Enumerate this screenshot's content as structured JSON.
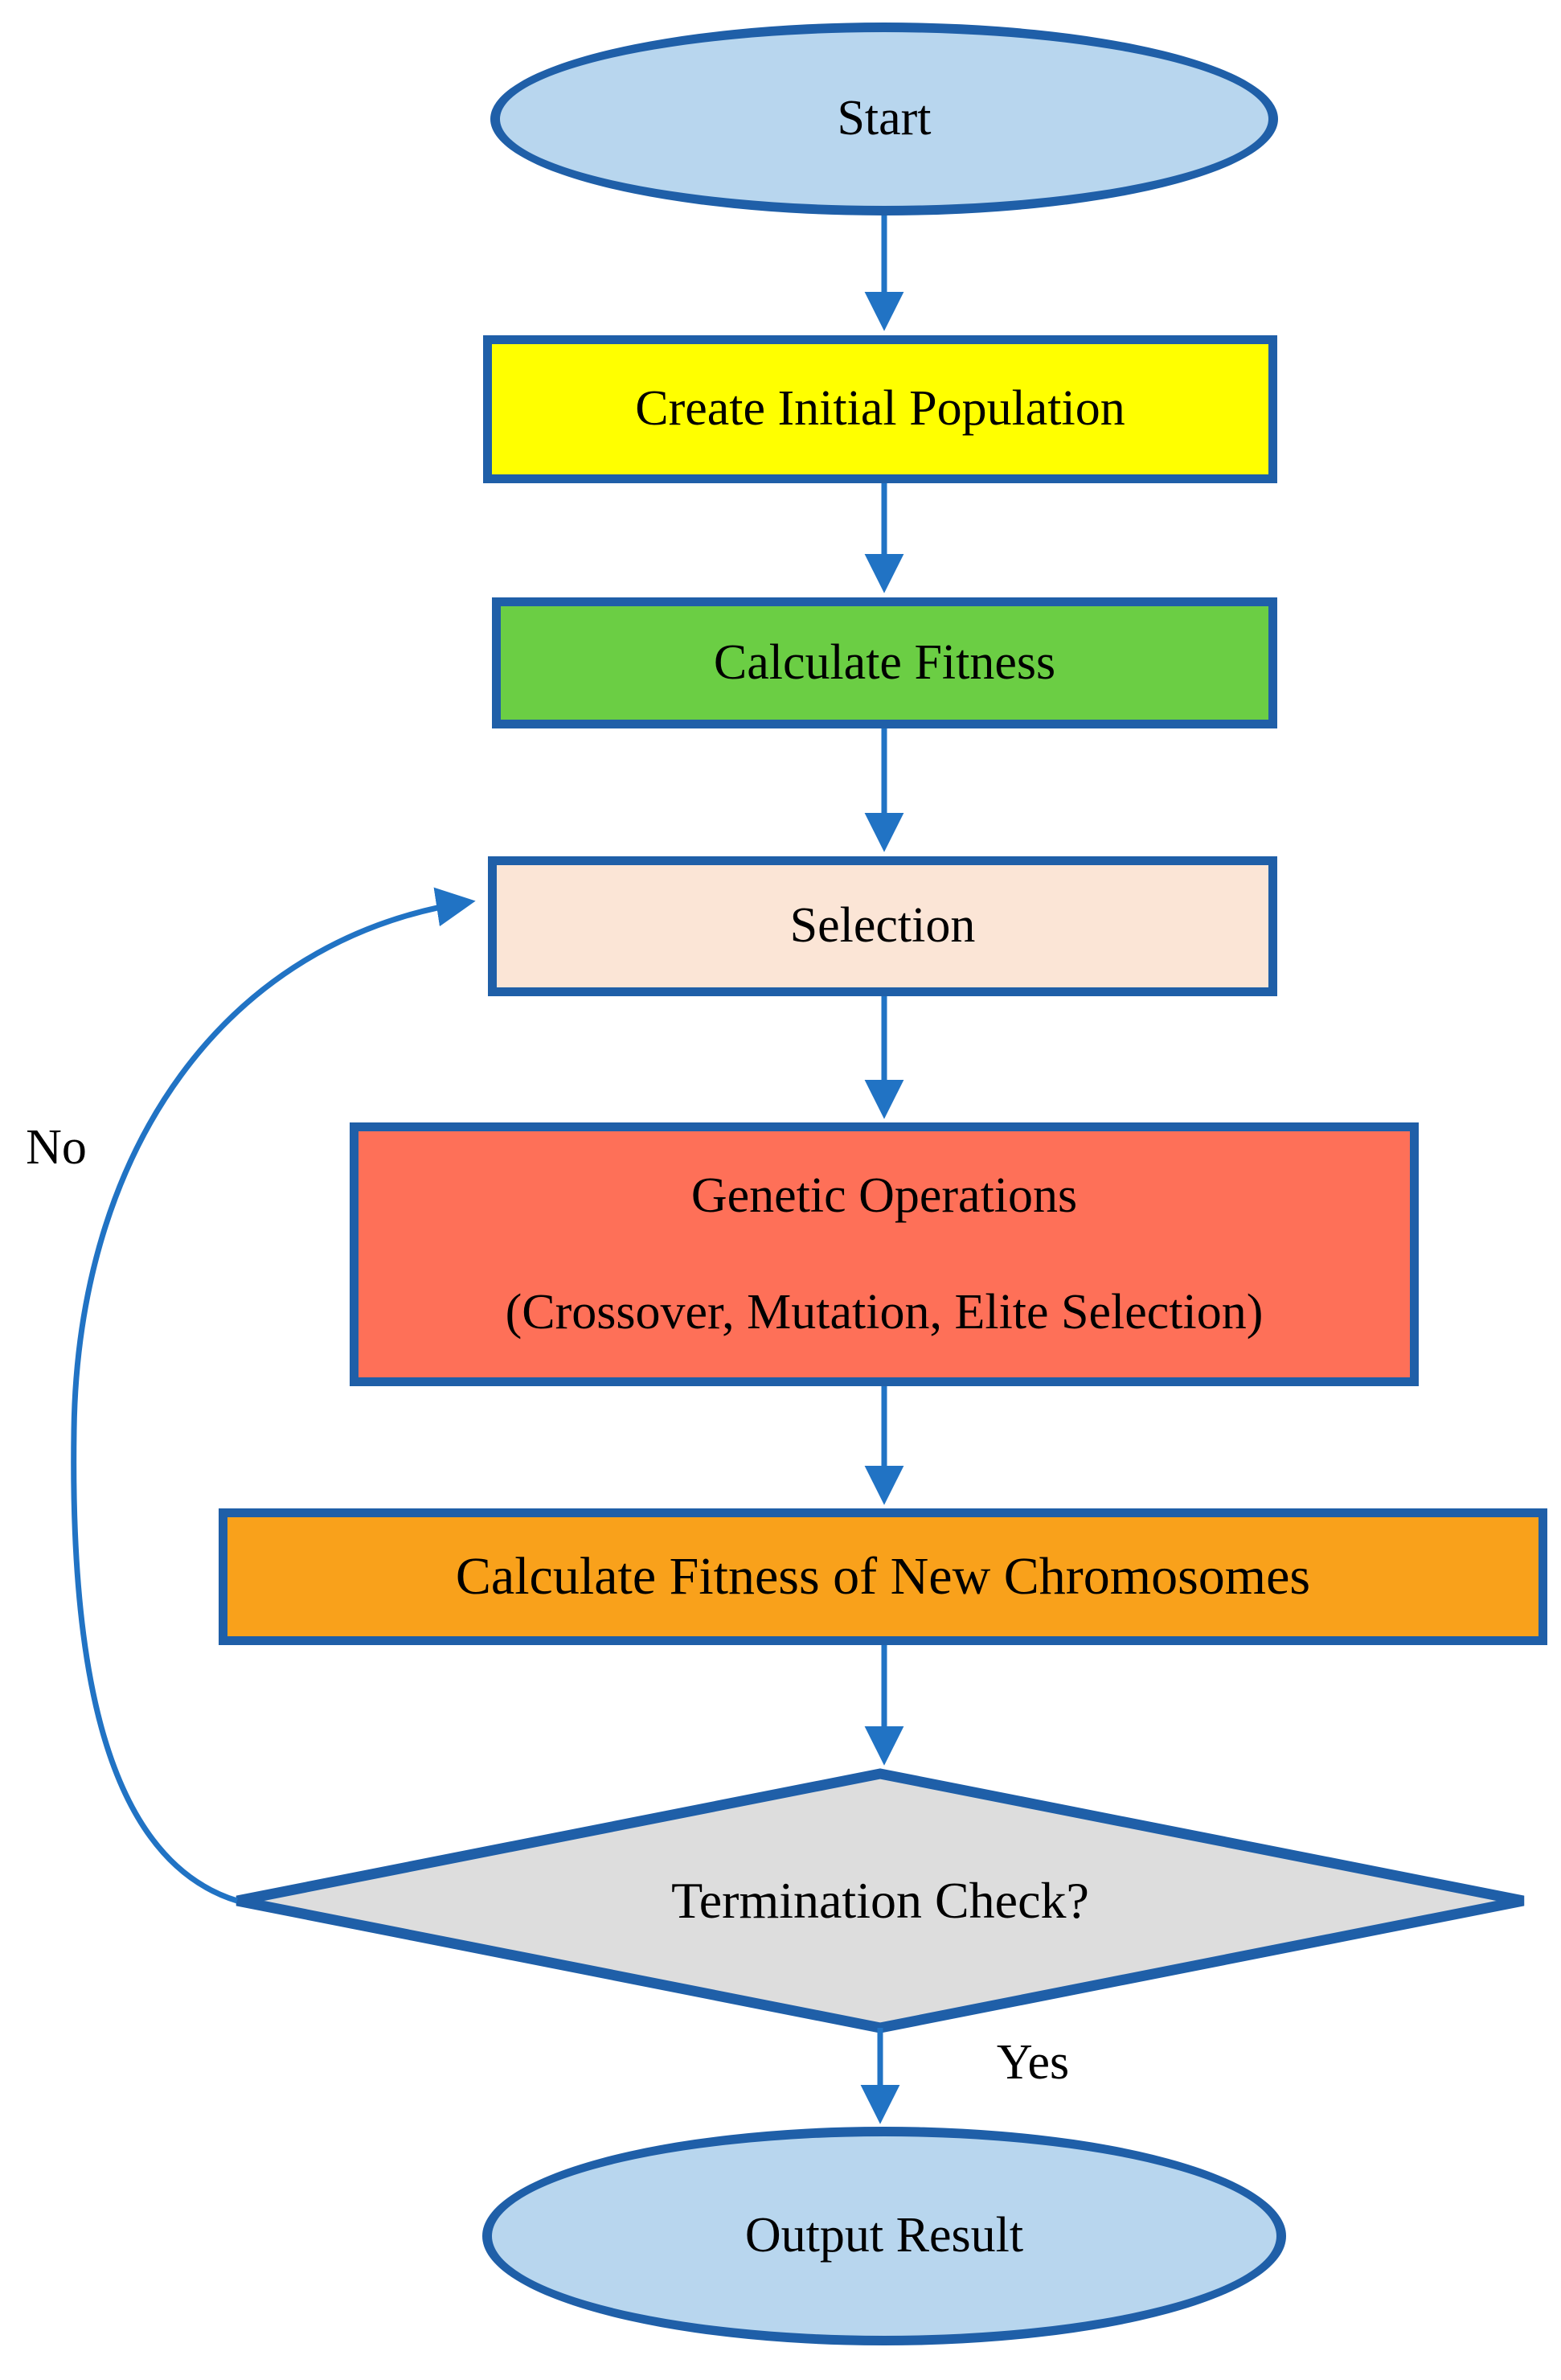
{
  "colors": {
    "background": "#FFFFFF",
    "shape_border": "#1F5FA8",
    "arrow": "#2173C4",
    "text": "#000000"
  },
  "flowchart": {
    "nodes": {
      "start": {
        "shape": "ellipse",
        "label": "Start",
        "fill": "#B8D6EE"
      },
      "create_initial_population": {
        "shape": "process",
        "label": "Create Initial Population",
        "fill": "#FFFF00"
      },
      "calculate_fitness": {
        "shape": "process",
        "label": "Calculate Fitness",
        "fill": "#6BCE44"
      },
      "selection": {
        "shape": "process",
        "label": "Selection",
        "fill": "#FBE5D6"
      },
      "genetic_operations": {
        "shape": "process",
        "label": "Genetic Operations",
        "sublabel": "(Crossover, Mutation, Elite Selection)",
        "fill": "#FE7058"
      },
      "calculate_fitness_new_chromosomes": {
        "shape": "process",
        "label": "Calculate Fitness of New Chromosomes",
        "fill": "#F9A11B"
      },
      "termination_check": {
        "shape": "decision",
        "label": "Termination Check?",
        "fill": "#DDDDDD"
      },
      "output_result": {
        "shape": "ellipse",
        "label": "Output Result",
        "fill": "#B8D6EE"
      }
    },
    "edge_labels": {
      "yes": "Yes",
      "no": "No"
    }
  }
}
